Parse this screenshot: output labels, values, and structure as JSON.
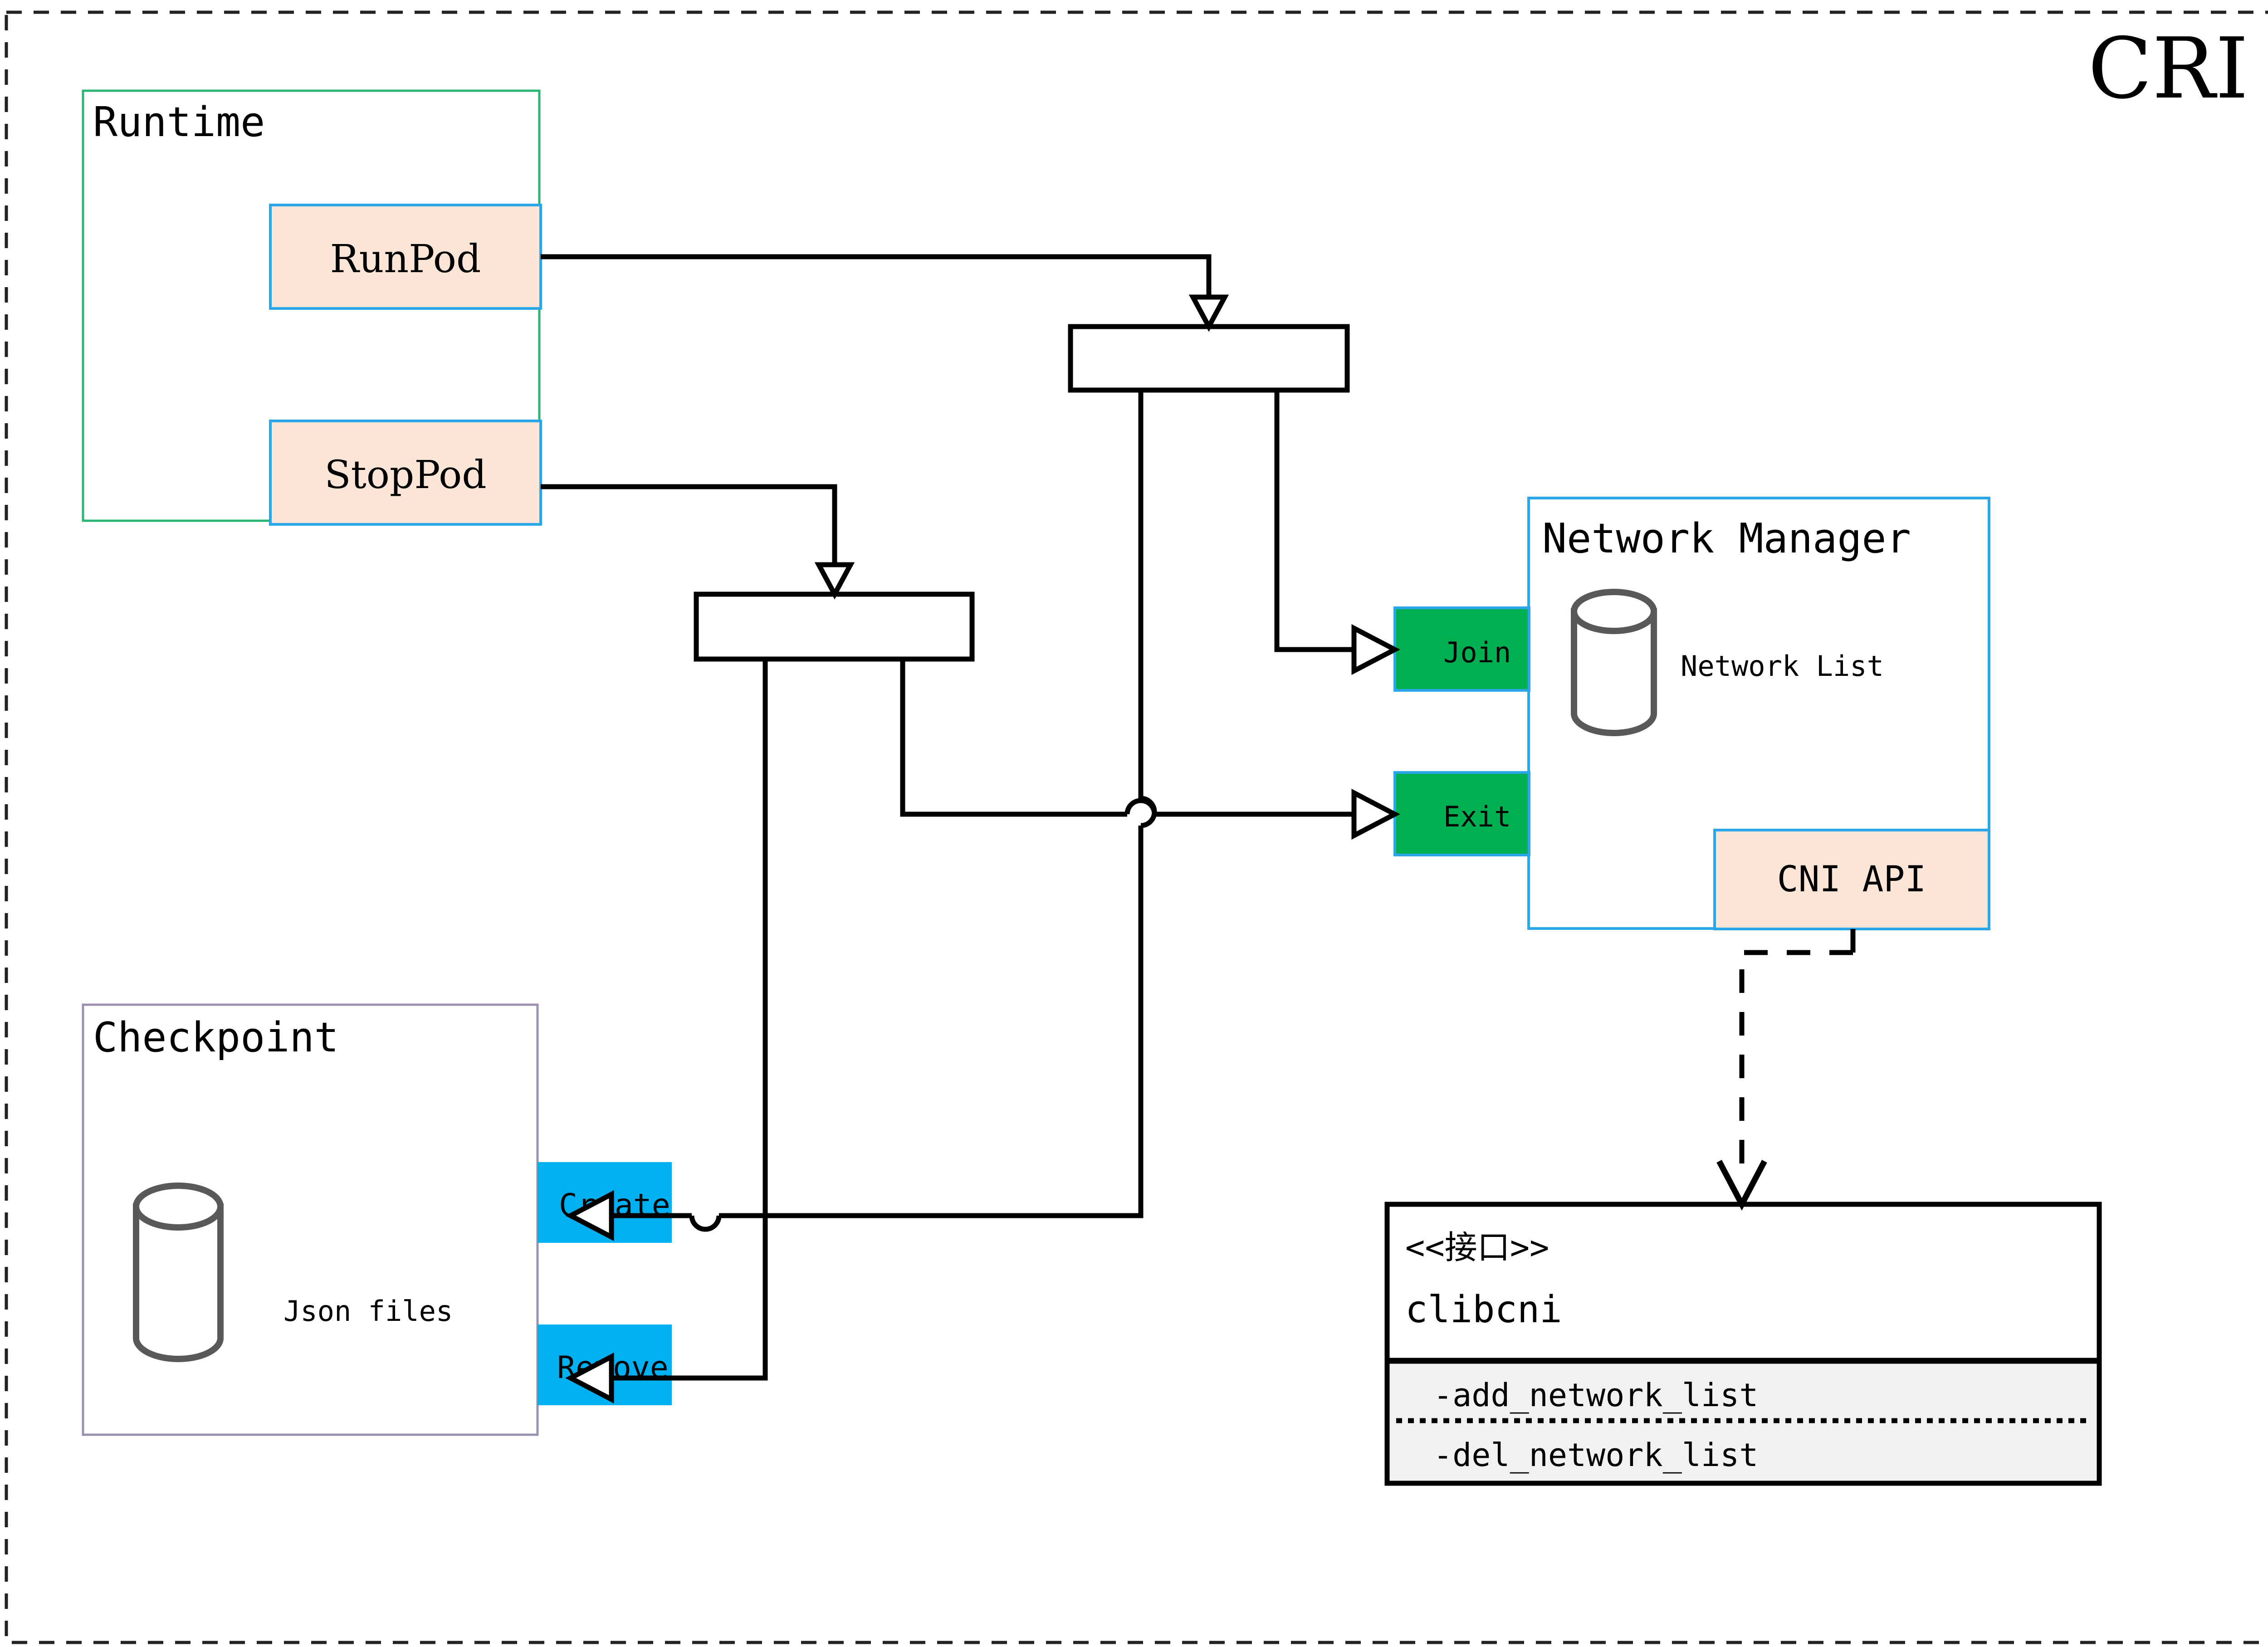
{
  "diagram": {
    "title": "CRI",
    "title_color": "#806000",
    "outer_border_style": "dashed"
  },
  "palette": {
    "peach_fill": "#FBE5D6",
    "blue_stroke": "#2BA6E8",
    "green_stroke": "#2AB573",
    "purple_stroke": "#9B8FB0",
    "green_fill": "#00B050",
    "cyan_fill": "#00B0F0",
    "grey_compartment": "#F1F1F1",
    "cylinder_stroke": "#595959",
    "line_color": "#000000"
  },
  "groups": {
    "runtime": {
      "label": "Runtime",
      "border_color": "#2AB573",
      "operations": [
        {
          "label": "RunPod",
          "fill": "#FBE5D6",
          "border": "#2BA6E8"
        },
        {
          "label": "StopPod",
          "fill": "#FBE5D6",
          "border": "#2BA6E8"
        }
      ]
    },
    "checkpoint": {
      "label": "Checkpoint",
      "border_color": "#9B8FB0",
      "store_label": "Json files",
      "store_icon": "cylinder-database-icon",
      "operations": [
        {
          "label": "Create",
          "fill": "#00B0F0"
        },
        {
          "label": "Remove",
          "fill": "#00B0F0"
        }
      ]
    },
    "network_manager": {
      "label": "Network Manager",
      "border_color": "#2BA6E8",
      "store_label": "Network List",
      "store_icon": "cylinder-database-icon",
      "operations": [
        {
          "label": "Join",
          "fill": "#00B050",
          "border": "#2BA6E8"
        },
        {
          "label": "Exit",
          "fill": "#00B050",
          "border": "#2BA6E8"
        }
      ],
      "api_port": {
        "label": "CNI API",
        "fill": "#FBE5D6",
        "border": "#2BA6E8"
      }
    }
  },
  "interface_class": {
    "stereotype": "<<接口>>",
    "name": "clibcni",
    "methods": [
      "-add_network_list",
      "-del_network_list"
    ],
    "compartment_fill": "#F1F1F1"
  },
  "fork_bars": [
    {
      "name": "runpod-fork-bar"
    },
    {
      "name": "stoppod-fork-bar"
    }
  ],
  "connections": [
    {
      "from": "RunPod",
      "to": "runpod-fork-bar",
      "style": "solid",
      "arrow": "open-triangle"
    },
    {
      "from": "StopPod",
      "to": "stoppod-fork-bar",
      "style": "solid",
      "arrow": "open-triangle"
    },
    {
      "from": "runpod-fork-bar",
      "to": "Join",
      "style": "solid",
      "arrow": "open-triangle"
    },
    {
      "from": "runpod-fork-bar",
      "to": "Create",
      "style": "solid",
      "arrow": "open-triangle"
    },
    {
      "from": "stoppod-fork-bar",
      "to": "Exit",
      "style": "solid",
      "arrow": "open-triangle"
    },
    {
      "from": "stoppod-fork-bar",
      "to": "Remove",
      "style": "solid",
      "arrow": "open-triangle"
    },
    {
      "from": "CNI API",
      "to": "clibcni",
      "style": "dashed",
      "arrow": "open-v"
    }
  ]
}
